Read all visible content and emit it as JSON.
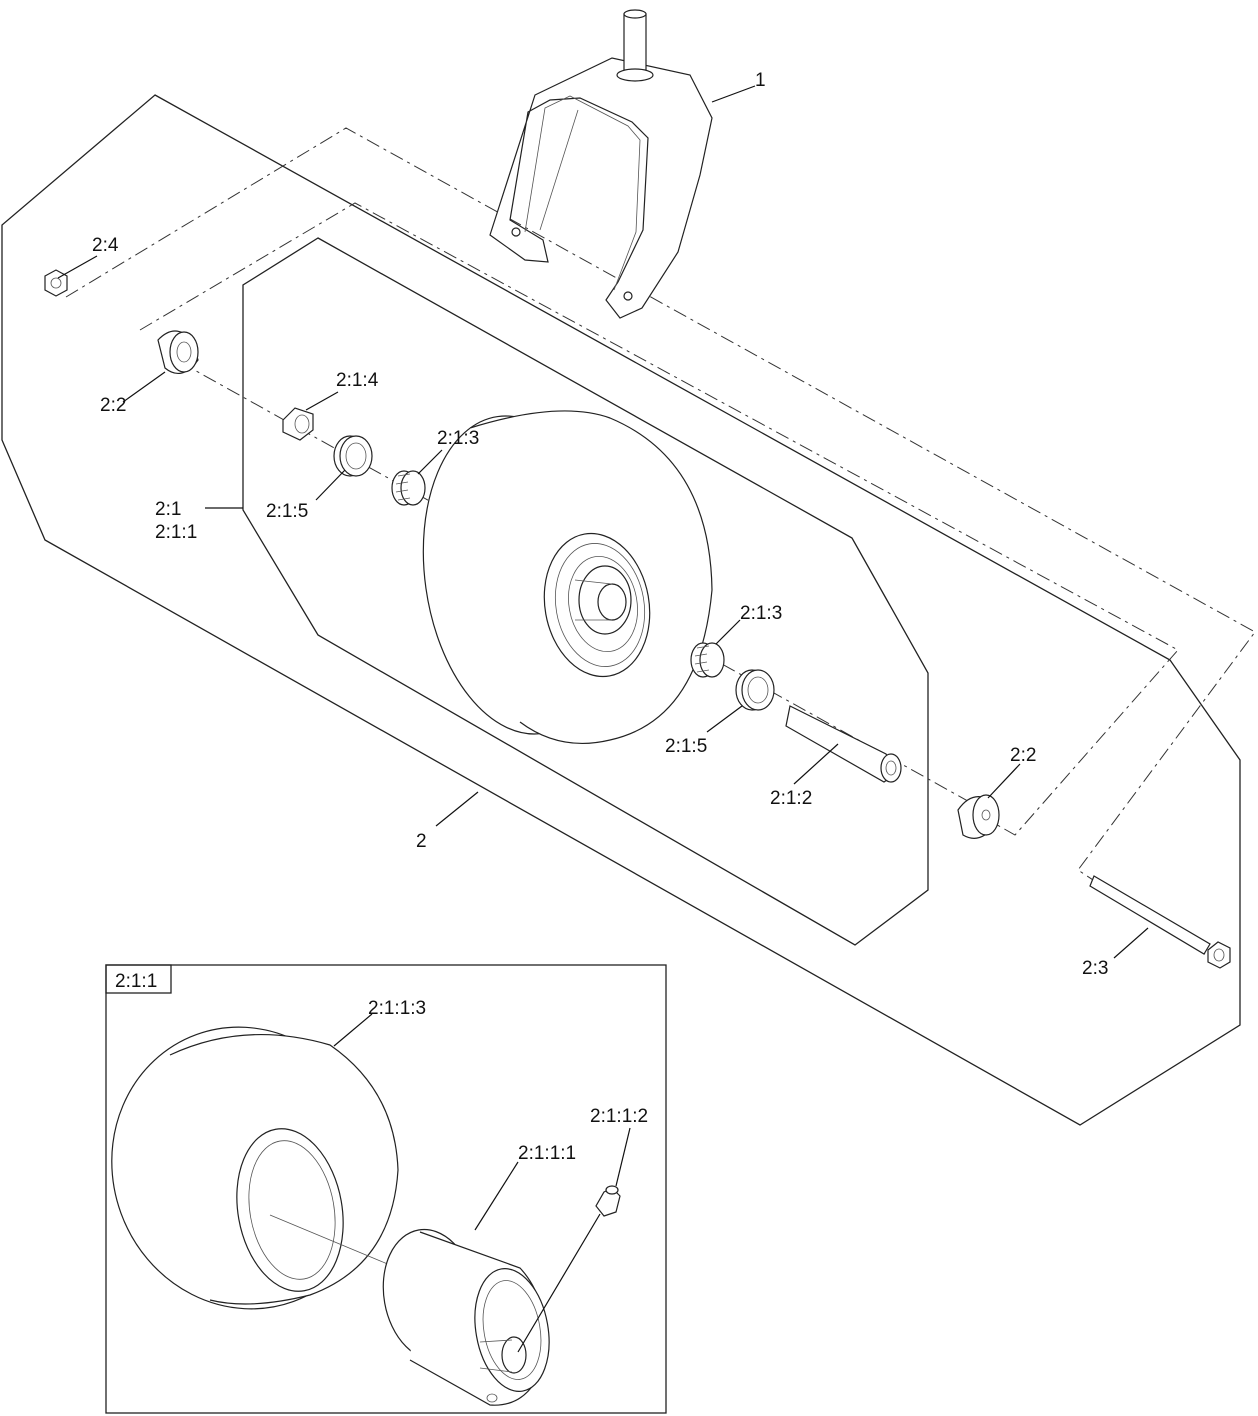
{
  "diagram": {
    "callouts": {
      "fork": "1",
      "wheel_assembly_group": "2",
      "wheel_assembly": "2:1",
      "tire_and_rim_ref": "2:1:1",
      "axle_spacer": "2:1:2",
      "bearing_upper": "2:1:3",
      "bearing_lower": "2:1:3",
      "spacer_nut": "2:1:4",
      "seal_upper": "2:1:5",
      "seal_lower": "2:1:5",
      "bushing_left": "2:2",
      "bushing_right": "2:2",
      "bolt": "2:3",
      "nut": "2:4"
    },
    "inset": {
      "tag": "2:1:1",
      "rim": "2:1:1:1",
      "valve_stem": "2:1:1:2",
      "tire": "2:1:1:3"
    }
  }
}
